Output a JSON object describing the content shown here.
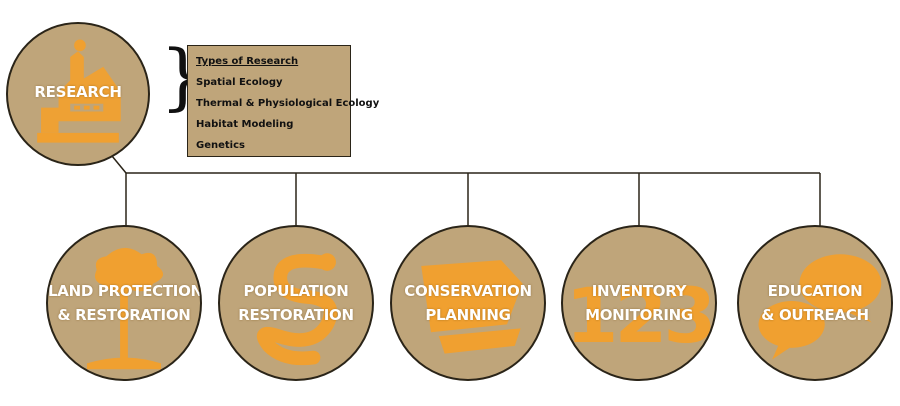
{
  "research": {
    "label": "RESEARCH"
  },
  "types_of_research": {
    "title": "Types of Research",
    "items": [
      "Spatial Ecology",
      "Thermal & Physiological Ecology",
      "Habitat Modeling",
      "Genetics"
    ]
  },
  "programs": [
    {
      "line1": "LAND PROTECTION",
      "line2": "& RESTORATION",
      "icon": "tree-icon"
    },
    {
      "line1": "POPULATION",
      "line2": "RESTORATION",
      "icon": "snake-icon"
    },
    {
      "line1": "CONSERVATION",
      "line2": "PLANNING",
      "icon": "plan-document-icon"
    },
    {
      "line1": "INVENTORY",
      "line2": "MONITORING",
      "icon": "numbers-123-icon"
    },
    {
      "line1": "EDUCATION",
      "line2": "& OUTREACH",
      "icon": "speech-bubbles-icon"
    }
  ],
  "colors": {
    "circle_fill": "#bfa57a",
    "icon_orange": "#f0a030",
    "line": "#2a2418"
  }
}
